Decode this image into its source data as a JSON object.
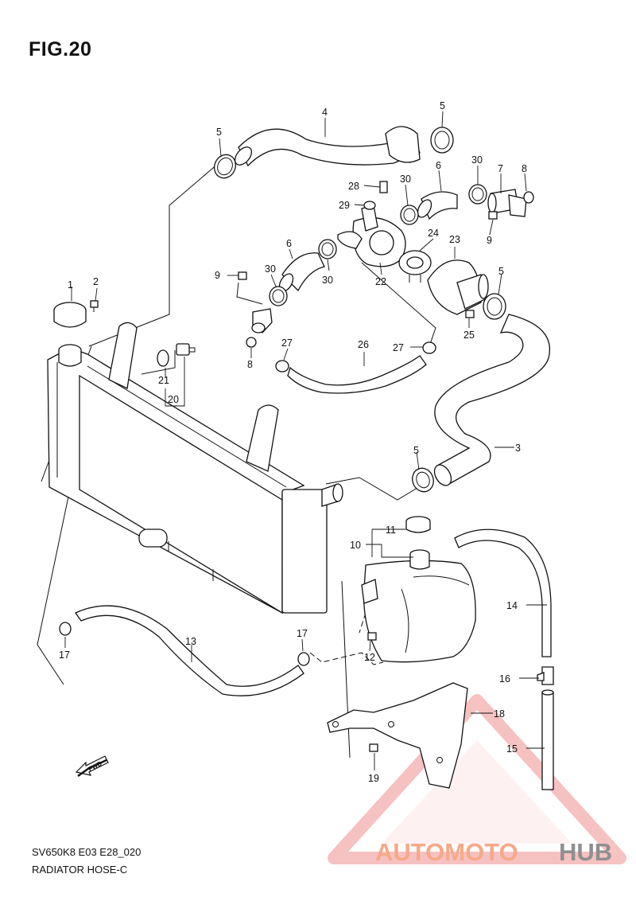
{
  "figure": {
    "title": "FIG.20",
    "code": "SV650K8 E03 E28_020",
    "name": "RADIATOR HOSE-C"
  },
  "callouts": [
    {
      "id": "c1",
      "text": "1"
    },
    {
      "id": "c2",
      "text": "2"
    },
    {
      "id": "c3",
      "text": "3"
    },
    {
      "id": "c4",
      "text": "4"
    },
    {
      "id": "c5a",
      "text": "5"
    },
    {
      "id": "c5b",
      "text": "5"
    },
    {
      "id": "c5c",
      "text": "5"
    },
    {
      "id": "c5d",
      "text": "5"
    },
    {
      "id": "c6a",
      "text": "6"
    },
    {
      "id": "c6b",
      "text": "6"
    },
    {
      "id": "c7",
      "text": "7"
    },
    {
      "id": "c8a",
      "text": "8"
    },
    {
      "id": "c8b",
      "text": "8"
    },
    {
      "id": "c9a",
      "text": "9"
    },
    {
      "id": "c9b",
      "text": "9"
    },
    {
      "id": "c10",
      "text": "10"
    },
    {
      "id": "c11",
      "text": "11"
    },
    {
      "id": "c12",
      "text": "12"
    },
    {
      "id": "c13",
      "text": "13"
    },
    {
      "id": "c14",
      "text": "14"
    },
    {
      "id": "c15",
      "text": "15"
    },
    {
      "id": "c16",
      "text": "16"
    },
    {
      "id": "c17a",
      "text": "17"
    },
    {
      "id": "c17b",
      "text": "17"
    },
    {
      "id": "c18",
      "text": "18"
    },
    {
      "id": "c19",
      "text": "19"
    },
    {
      "id": "c20",
      "text": "20"
    },
    {
      "id": "c21",
      "text": "21"
    },
    {
      "id": "c22",
      "text": "22"
    },
    {
      "id": "c23",
      "text": "23"
    },
    {
      "id": "c24",
      "text": "24"
    },
    {
      "id": "c25",
      "text": "25"
    },
    {
      "id": "c26",
      "text": "26"
    },
    {
      "id": "c27a",
      "text": "27"
    },
    {
      "id": "c27b",
      "text": "27"
    },
    {
      "id": "c28",
      "text": "28"
    },
    {
      "id": "c29",
      "text": "29"
    },
    {
      "id": "c30a",
      "text": "30"
    },
    {
      "id": "c30b",
      "text": "30"
    },
    {
      "id": "c30c",
      "text": "30"
    },
    {
      "id": "c30d",
      "text": "30"
    }
  ],
  "fwd_arrow": {
    "text": "FWD"
  },
  "watermark": {
    "part1": "AUTOMOTO",
    "part2": "HUB",
    "color1": "#f6a989",
    "color2": "#8f8f8f",
    "triangle_color": "#f0a8a8"
  }
}
